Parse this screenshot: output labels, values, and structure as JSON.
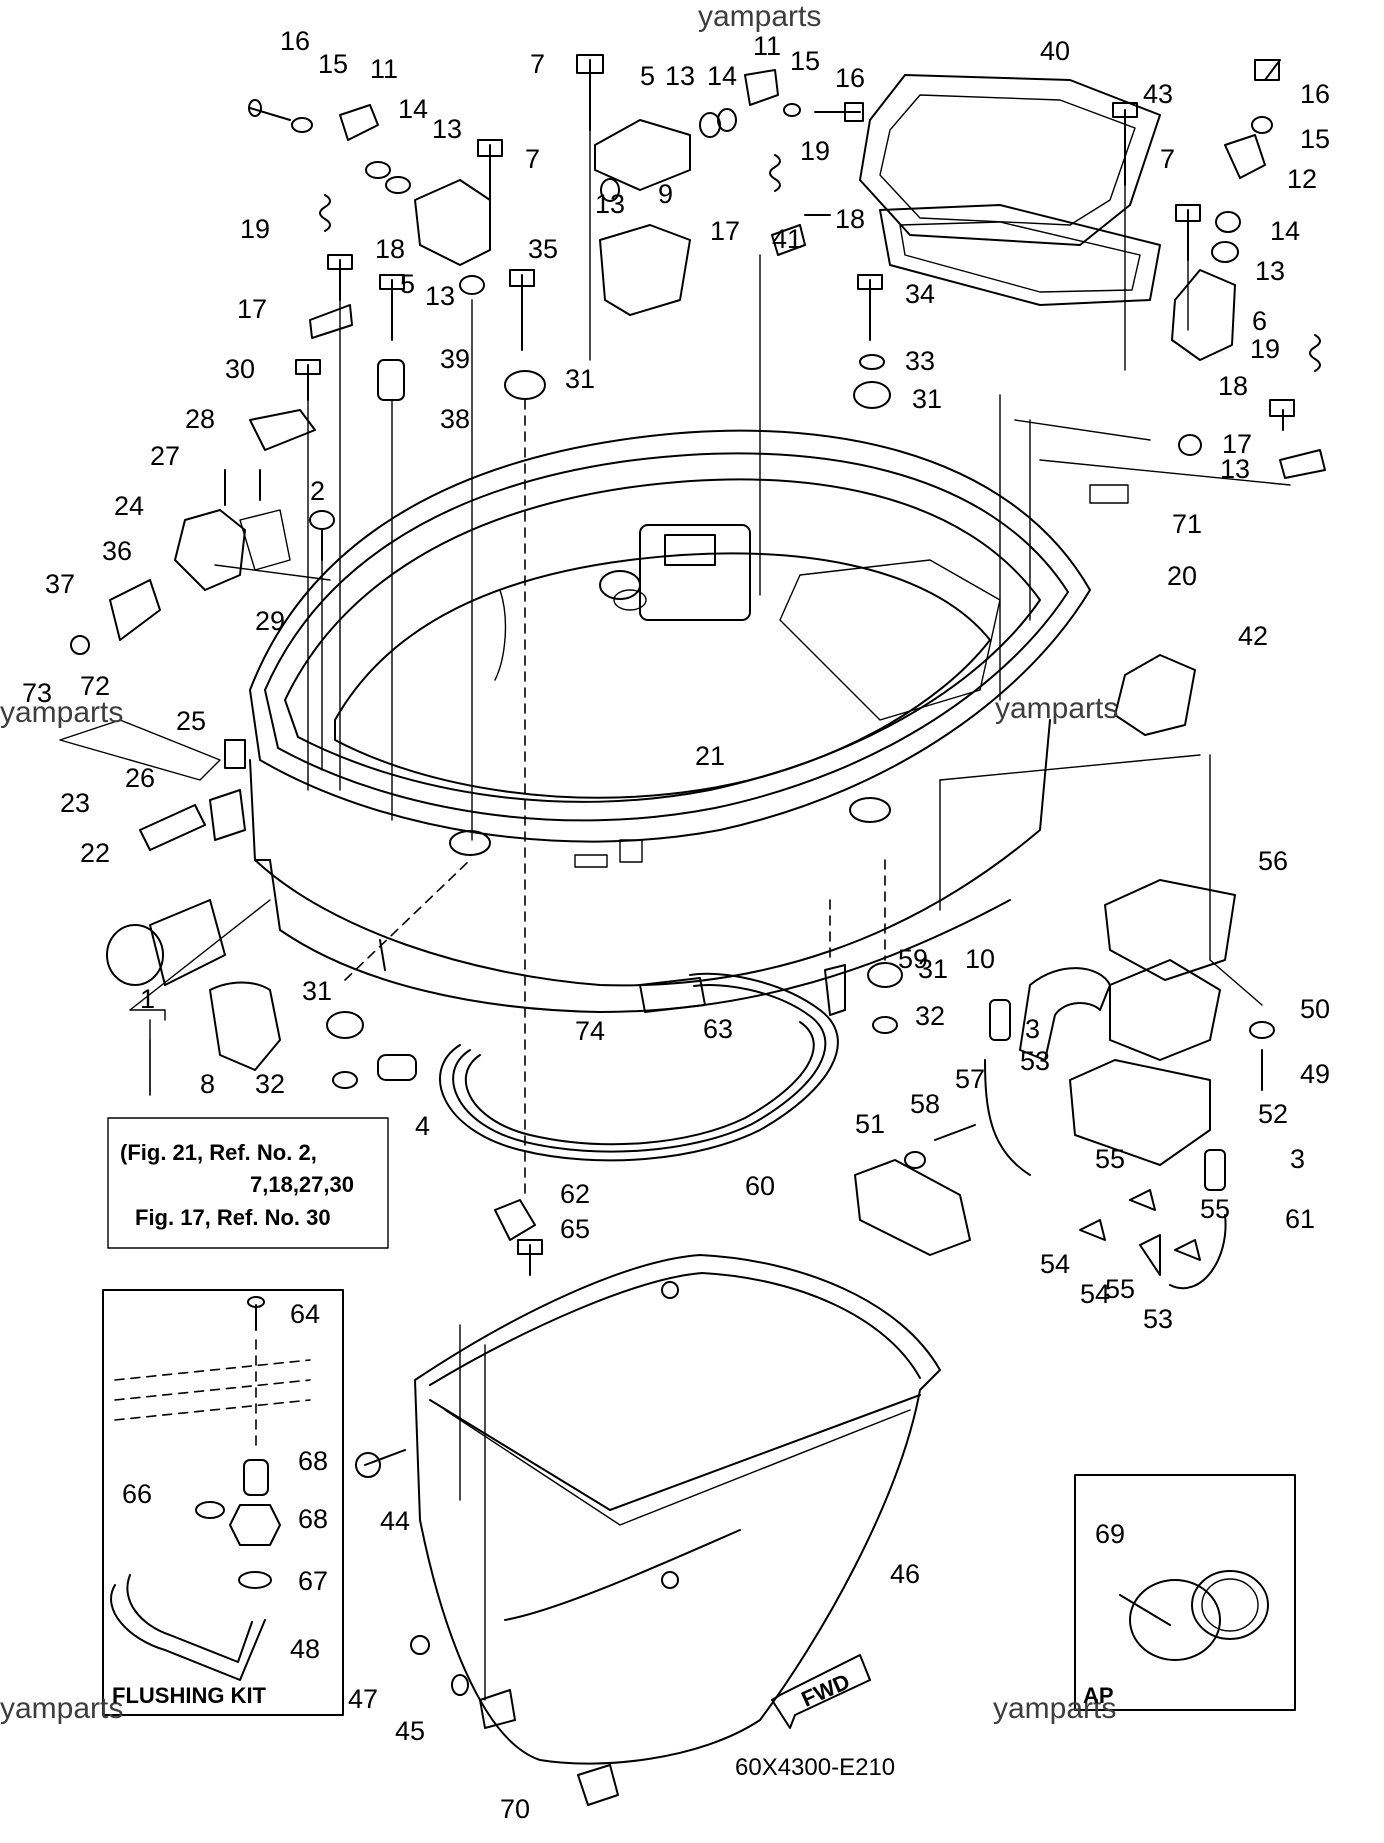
{
  "watermarks": [
    "yamparts",
    "yamparts",
    "yamparts",
    "yamparts",
    "yamparts"
  ],
  "diagram_code": "60X4300-E210",
  "fwd_label": "FWD",
  "flushing_kit_title": "FLUSHING KIT",
  "ap_label": "AP",
  "reference_note": {
    "line1": "(Fig. 21, Ref. No. 2,",
    "line2": "7,18,27,30",
    "line3": "Fig. 17, Ref. No. 30"
  },
  "callouts": [
    "16",
    "15",
    "11",
    "14",
    "13",
    "7",
    "19",
    "18",
    "5",
    "17",
    "13",
    "39",
    "38",
    "35",
    "31",
    "30",
    "28",
    "27",
    "24",
    "2",
    "29",
    "36",
    "37",
    "73",
    "72",
    "25",
    "26",
    "23",
    "22",
    "1",
    "8",
    "31",
    "32",
    "4",
    "7",
    "5",
    "13",
    "14",
    "11",
    "15",
    "16",
    "19",
    "13",
    "9",
    "17",
    "18",
    "40",
    "43",
    "41",
    "34",
    "33",
    "31",
    "7",
    "16",
    "15",
    "12",
    "14",
    "13",
    "6",
    "19",
    "18",
    "17",
    "13",
    "71",
    "20",
    "42",
    "21",
    "56",
    "59",
    "31",
    "10",
    "3",
    "32",
    "63",
    "74",
    "60",
    "50",
    "49",
    "52",
    "53",
    "57",
    "58",
    "51",
    "55",
    "3",
    "55",
    "54",
    "54",
    "55",
    "53",
    "61",
    "62",
    "65",
    "64",
    "68",
    "66",
    "68",
    "67",
    "48",
    "44",
    "46",
    "47",
    "45",
    "70",
    "69"
  ]
}
